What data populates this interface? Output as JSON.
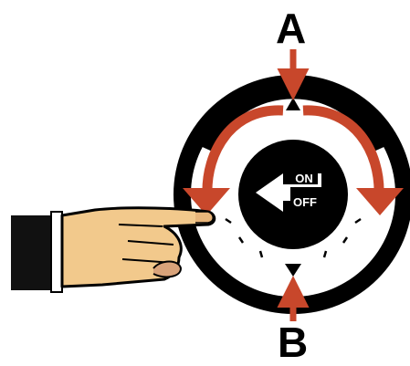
{
  "labels": {
    "top": "A",
    "bottom": "B"
  },
  "knob": {
    "on_text": "ON",
    "off_text": "OFF"
  },
  "colors": {
    "ring": "#000000",
    "arrow": "#c8472b",
    "skin": "#f2c98c",
    "sleeve": "#111111",
    "cuff": "#ffffff"
  },
  "icons": [
    "pointing-hand-icon",
    "power-switch-icon",
    "up-triangle-marker-icon",
    "down-triangle-marker-icon"
  ]
}
